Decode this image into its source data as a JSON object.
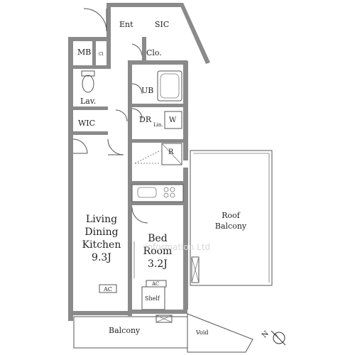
{
  "rooms": {
    "ent": "Ent",
    "sic": "SIC",
    "mb": "MB",
    "cl": "Cl",
    "clo": "Clo.",
    "ub": "UB",
    "lav": "Lav.",
    "wic": "WIC",
    "dr": "DR",
    "lin": "Lin.",
    "w": "W",
    "r": "R",
    "ldk_line1": "Living",
    "ldk_line2": "Dining",
    "ldk_line3": "Kitchen",
    "ldk_size": "9.3J",
    "bed_line1": "Bed",
    "bed_line2": "Room",
    "bed_size": "3.2J",
    "ac1": "AC",
    "ac2": "AC",
    "shelf": "Shelf",
    "balcony": "Balcony",
    "void": "Void",
    "roof_line1": "Roof",
    "roof_line2": "Balcony"
  },
  "compass": {
    "label": "N"
  },
  "watermark": "Information Ltd"
}
